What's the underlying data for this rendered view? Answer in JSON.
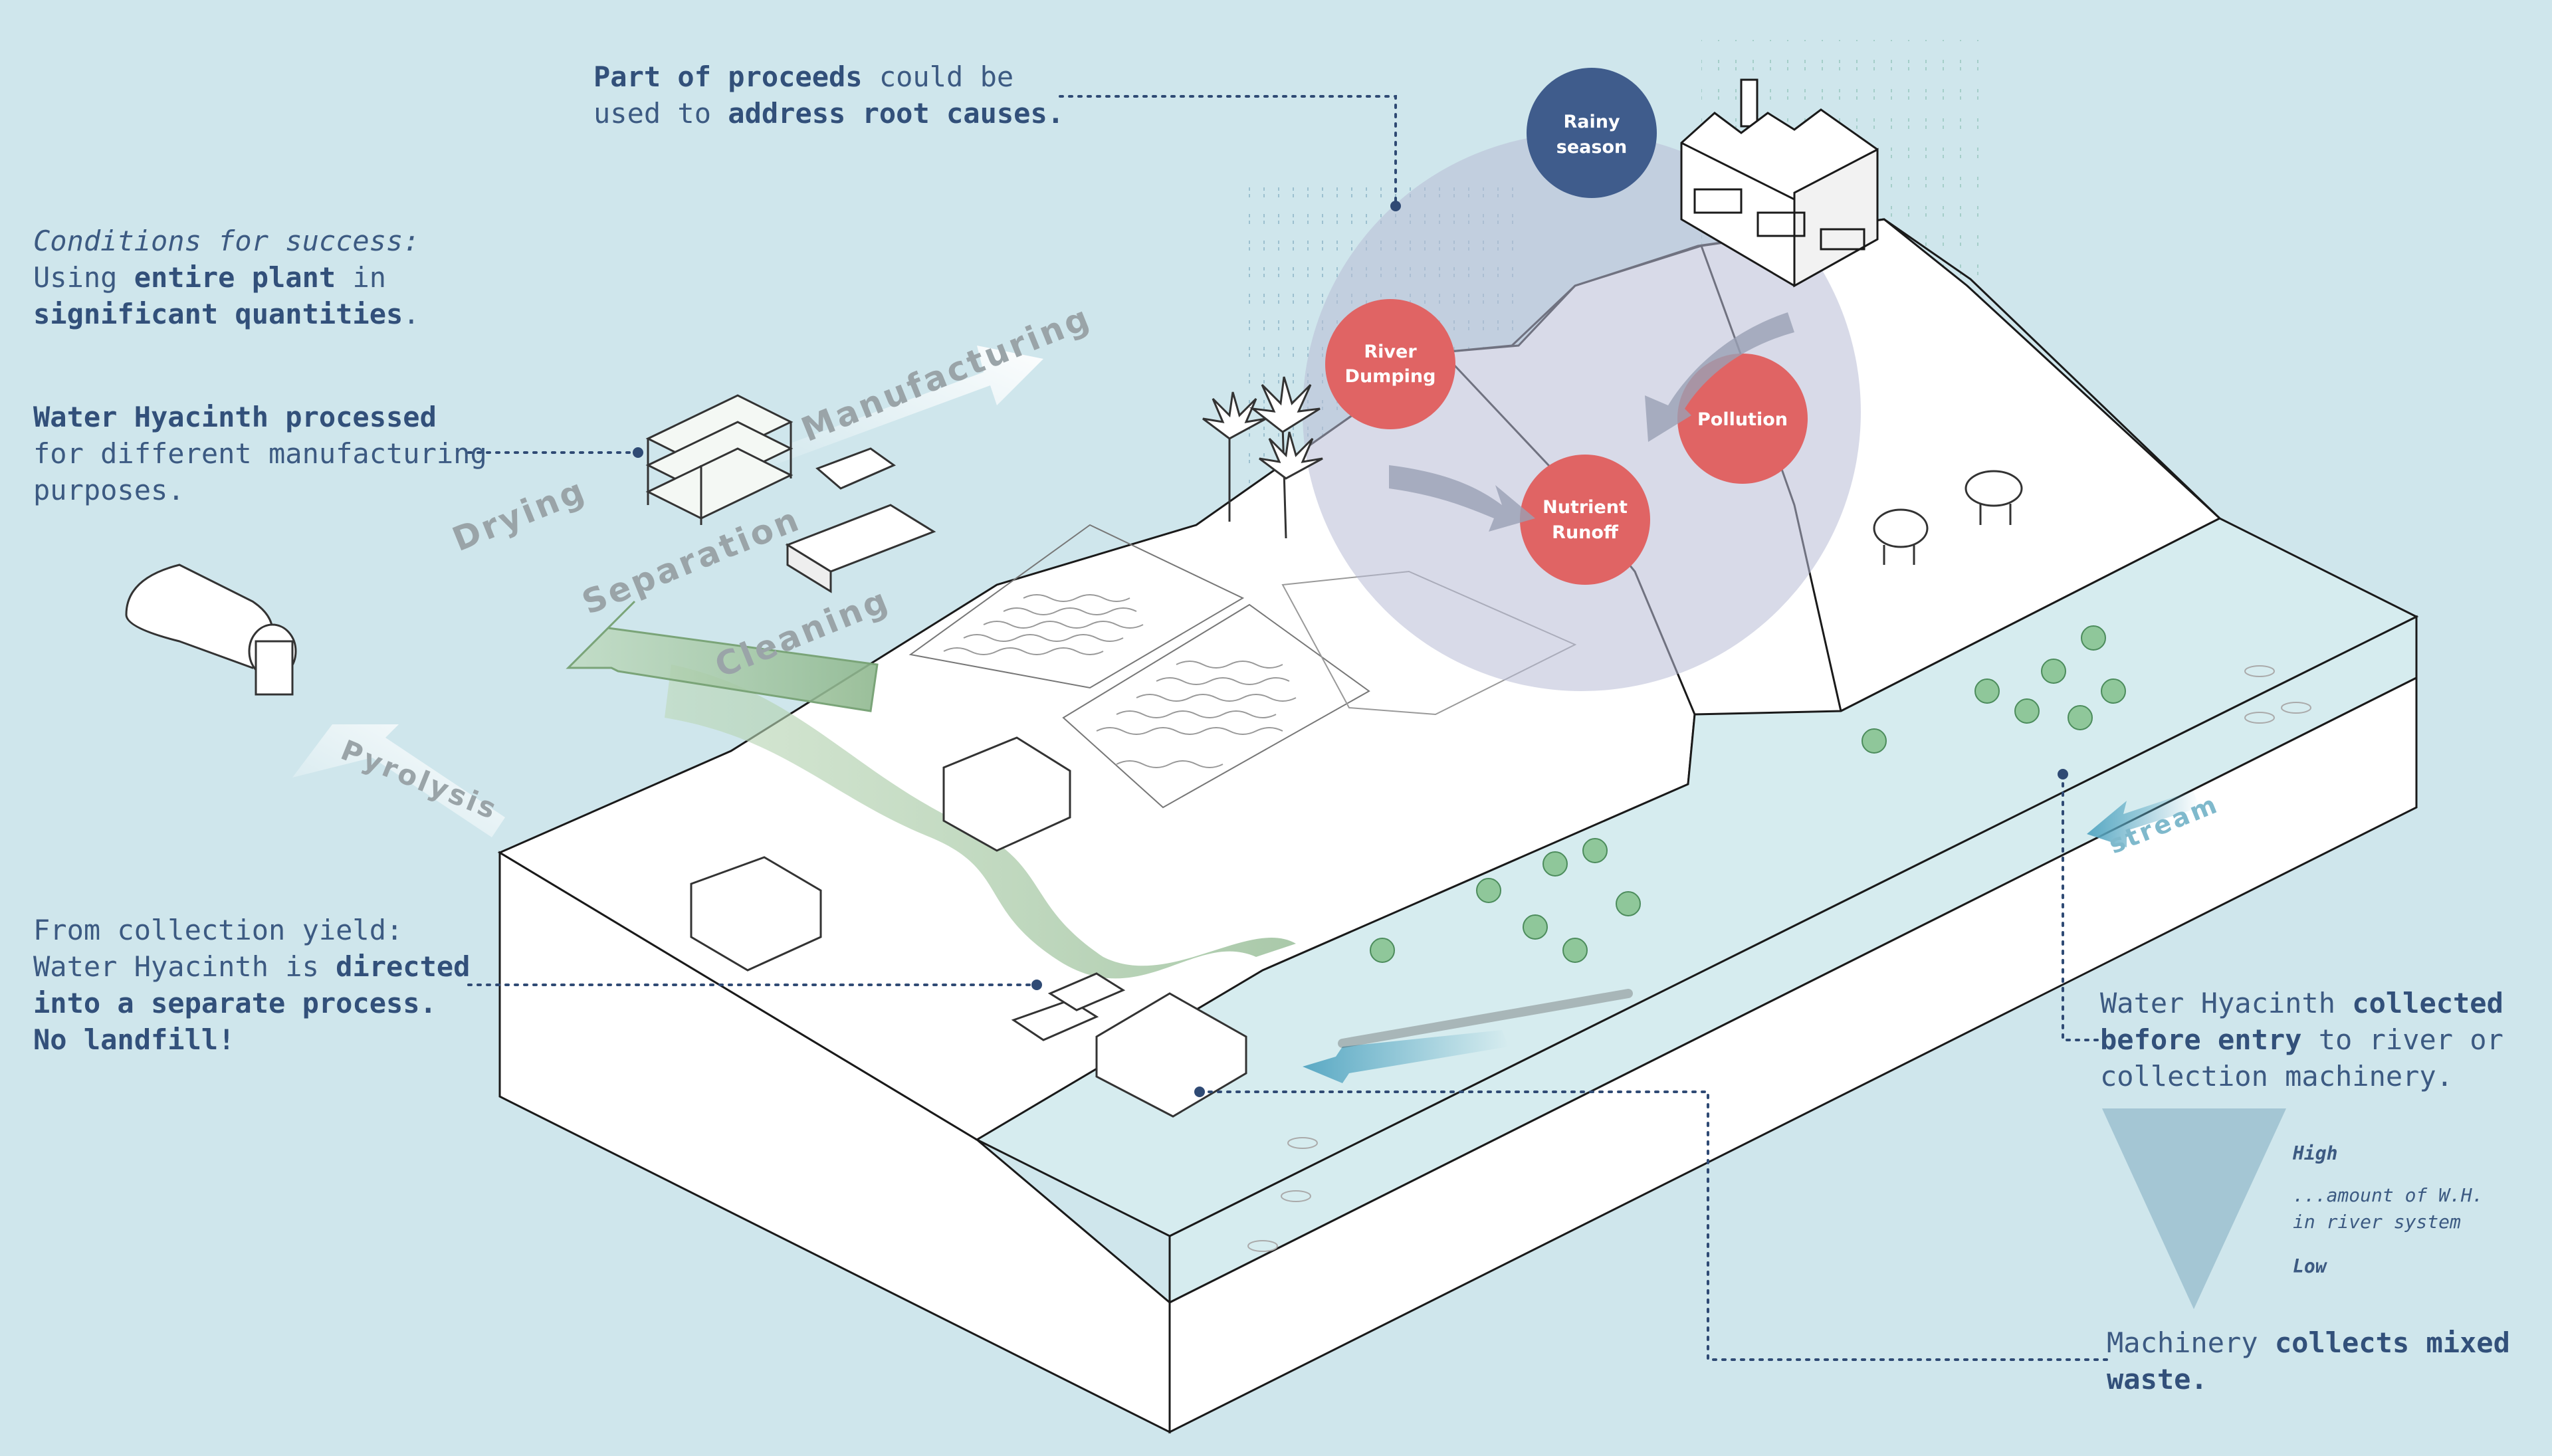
{
  "notes": {
    "proceeds": {
      "b1": "Part of proceeds",
      "t1": " could be",
      "t2": "used to ",
      "b2": "address root causes."
    },
    "conditions": {
      "title": "Conditions for success:",
      "t1": "Using ",
      "b1": "entire plant",
      "t2": " in",
      "b2": "significant quantities",
      "t3": "."
    },
    "processed": {
      "b1": "Water Hyacinth processed",
      "t1": "for different manufacturing",
      "t2": "purposes."
    },
    "collection": {
      "t1": "From collection yield:",
      "t2": "Water Hyacinth is ",
      "b1": "directed",
      "b2": "into a separate process.",
      "b3": "No landfill!"
    },
    "collected": {
      "t1": "Water Hyacinth ",
      "b1": "collected",
      "b2": "before entry",
      "t2": " to river or",
      "t3": "collection machinery."
    },
    "machinery": {
      "t1": "Machinery ",
      "b1": "collects mixed",
      "b2": "waste."
    }
  },
  "bubbles": {
    "rainy": [
      "Rainy",
      "season"
    ],
    "river": [
      "River",
      "Dumping"
    ],
    "pollution": [
      "Pollution"
    ],
    "nutrient": [
      "Nutrient",
      "Runoff"
    ]
  },
  "process_labels": {
    "drying": "Drying",
    "manufacturing": "Manufacturing",
    "separation": "Separation",
    "cleaning": "Cleaning",
    "pyrolysis": "Pyrolysis",
    "stream": "stream"
  },
  "legend": {
    "high": "High",
    "desc1": "...amount of W.H.",
    "desc2": "in river system",
    "low": "Low"
  },
  "colors": {
    "background": "#cfe6ec",
    "bubble_blue": "#3f5c8c",
    "bubble_red": "#e06464",
    "text_dark": "#3c5a82",
    "river_green": "#8fb88f"
  }
}
